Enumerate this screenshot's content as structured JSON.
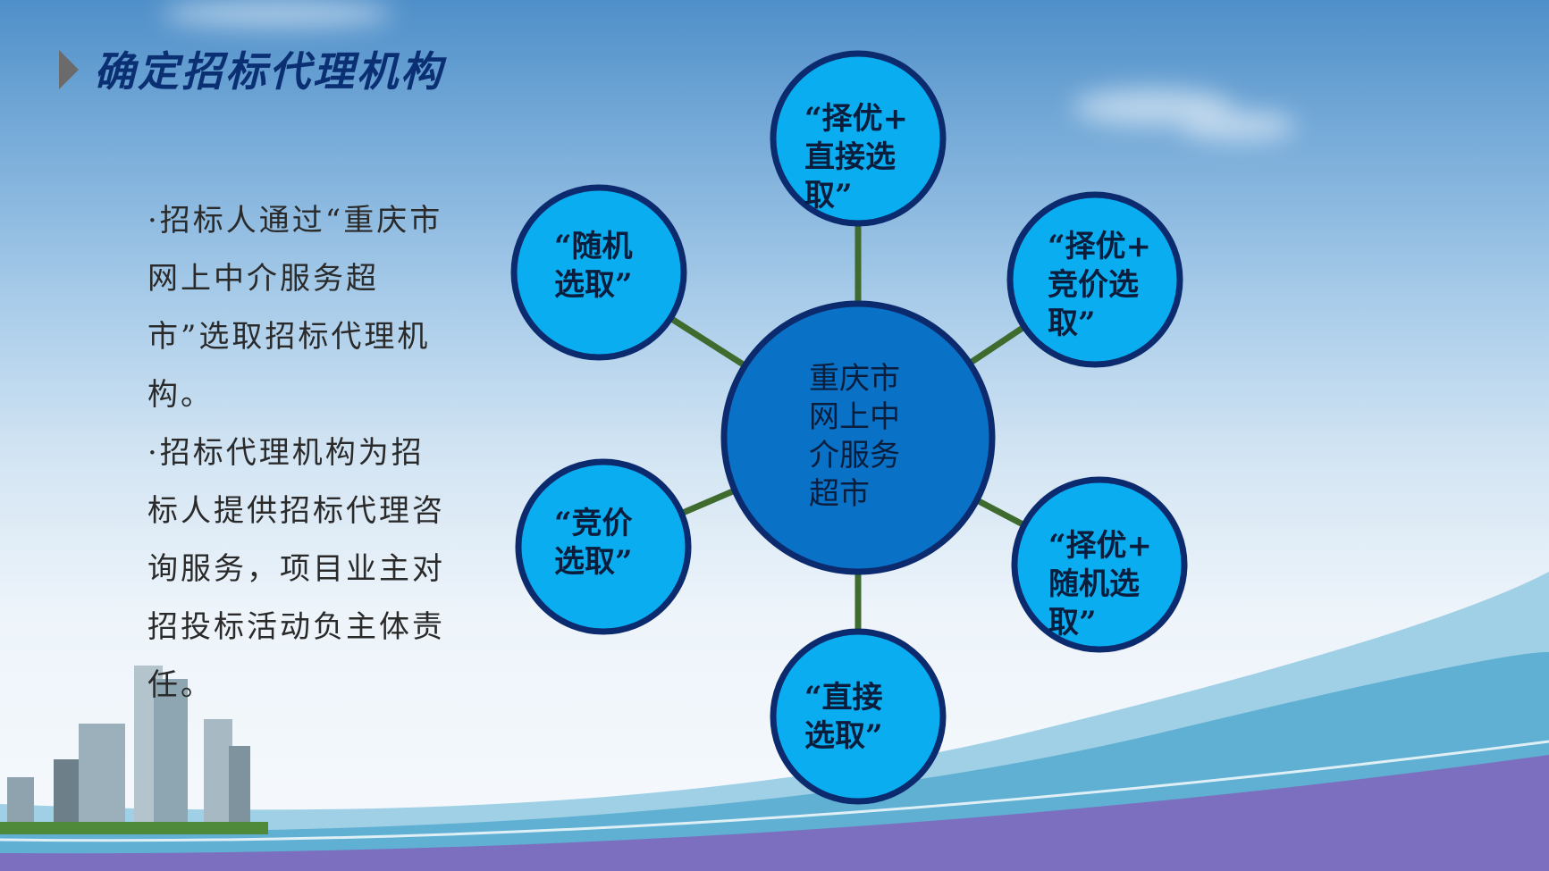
{
  "title": "确定招标代理机构",
  "body": [
    "·招标人通过“重庆市网上中介服务超市”选取招标代理机构。",
    "·招标代理机构为招标人提供招标代理咨询服务，项目业主对招投标活动负主体责任。"
  ],
  "diagram": {
    "center": {
      "lines": [
        "重庆市",
        "网上中",
        "介服务",
        "超市"
      ]
    },
    "nodes": [
      {
        "id": "top",
        "lines": [
          "“择优+",
          "直接选",
          "取”"
        ]
      },
      {
        "id": "upper-left",
        "lines": [
          "“随机",
          "选取”"
        ]
      },
      {
        "id": "upper-right",
        "lines": [
          "“择优+",
          "竞价选",
          "取”"
        ]
      },
      {
        "id": "lower-left",
        "lines": [
          "“竞价",
          "选取”"
        ]
      },
      {
        "id": "lower-right",
        "lines": [
          "“择优+",
          "随机选",
          "取”"
        ]
      },
      {
        "id": "bottom",
        "lines": [
          "“直接",
          "选取”"
        ]
      }
    ]
  },
  "colors": {
    "hub": "#0a72c6",
    "node": "#0aaef0",
    "ring": "#0c2a6e",
    "spoke": "#3f6b2f",
    "title": "#0b2f73"
  }
}
